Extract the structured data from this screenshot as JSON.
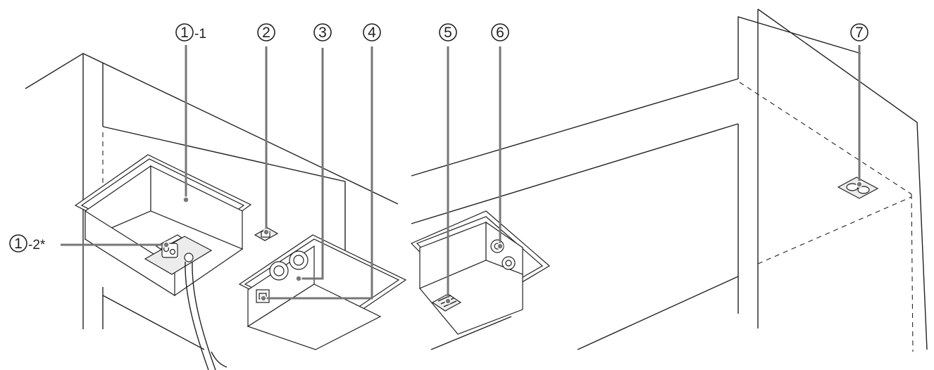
{
  "callouts": [
    {
      "key": "c1",
      "number": "1",
      "suffix": "-1"
    },
    {
      "key": "c1b",
      "number": "1",
      "suffix": "-2*"
    },
    {
      "key": "c2",
      "number": "2",
      "suffix": ""
    },
    {
      "key": "c3",
      "number": "3",
      "suffix": ""
    },
    {
      "key": "c4",
      "number": "4",
      "suffix": ""
    },
    {
      "key": "c5",
      "number": "5",
      "suffix": ""
    },
    {
      "key": "c6",
      "number": "6",
      "suffix": ""
    },
    {
      "key": "c7",
      "number": "7",
      "suffix": ""
    }
  ],
  "colors": {
    "line": "#222222",
    "leader": "#777777",
    "shade": "#ececec"
  }
}
